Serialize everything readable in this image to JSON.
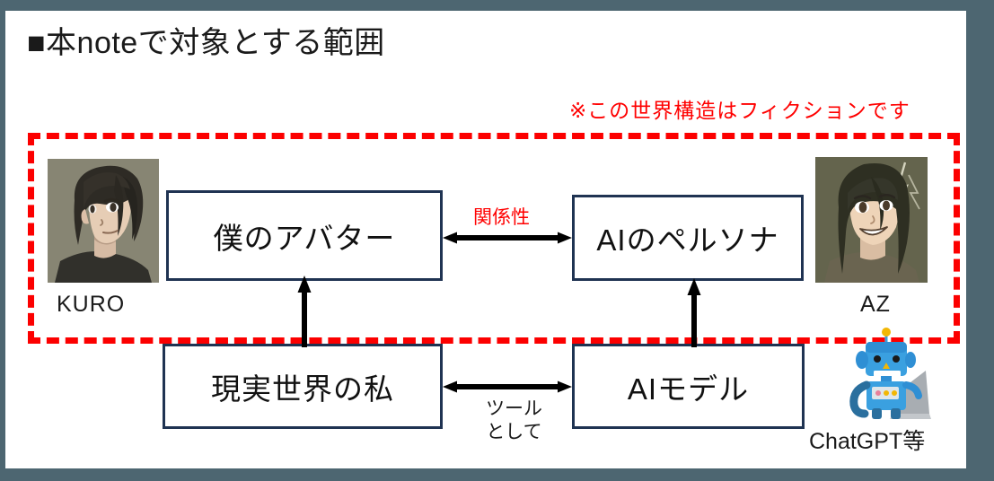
{
  "slide": {
    "title": "■本noteで対象とする範囲",
    "frame_color": "#4d6671",
    "background": "#ffffff"
  },
  "annotation": {
    "scope_note": "※この世界構造はフィクションです",
    "scope_note_color": "#ff0000",
    "scope_border_color": "#fc0000",
    "scope_border_style": "dashed"
  },
  "diagram": {
    "box_border_color": "#1f3352",
    "boxes": [
      {
        "id": "avatar",
        "label": "僕のアバター",
        "region": "fiction"
      },
      {
        "id": "persona",
        "label": "AIのペルソナ",
        "region": "fiction"
      },
      {
        "id": "real_me",
        "label": "現実世界の私",
        "region": "reality"
      },
      {
        "id": "ai_model",
        "label": "AIモデル",
        "region": "reality"
      }
    ],
    "connections": [
      {
        "id": "rel",
        "from": "avatar",
        "to": "persona",
        "label": "関係性",
        "label_color": "#ff0000",
        "direction": "both"
      },
      {
        "id": "tool",
        "from": "real_me",
        "to": "ai_model",
        "label": "ツール\nとして",
        "label_color": "#1a1a1a",
        "direction": "both"
      },
      {
        "id": "left_up",
        "from": "real_me",
        "to": "avatar",
        "label": "",
        "direction": "up"
      },
      {
        "id": "right_up",
        "from": "ai_model",
        "to": "persona",
        "label": "",
        "direction": "up"
      }
    ],
    "tool_label_line1": "ツール",
    "tool_label_line2": "として"
  },
  "characters": [
    {
      "id": "kuro",
      "name": "KURO",
      "icon": "avatar-portrait-kuro",
      "description": "dark-haired character portrait"
    },
    {
      "id": "az",
      "name": "AZ",
      "icon": "avatar-portrait-az",
      "description": "smiling long-haired character portrait"
    }
  ],
  "tool": {
    "name": "ChatGPT等",
    "icon": "robot-icon",
    "accent_color": "#3aa0e0"
  }
}
